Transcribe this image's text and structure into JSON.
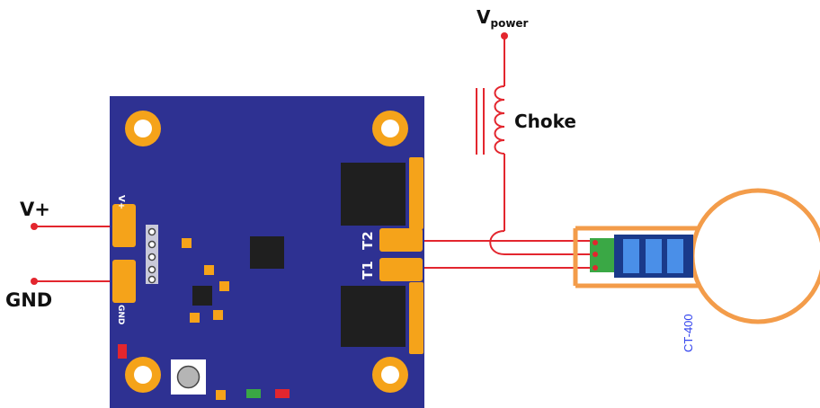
{
  "labels": {
    "v_plus": "V+",
    "gnd": "GND",
    "v_power_main": "V",
    "v_power_sub": "power",
    "choke": "Choke",
    "t1": "T1",
    "t2": "T2",
    "board_v_plus": "V+",
    "board_gnd": "GND",
    "sensor_model": "CT-400"
  },
  "colors": {
    "board": "#2e3192",
    "pad": "#f5a31a",
    "wire": "#e3262e",
    "sensor": "#f39c4a",
    "sensor_body": "#1a3a8a",
    "sensor_window": "#4a8fe8",
    "connector": "#3aa845",
    "ic": "#1f1f1f",
    "sensor_label": "#3344ee"
  }
}
